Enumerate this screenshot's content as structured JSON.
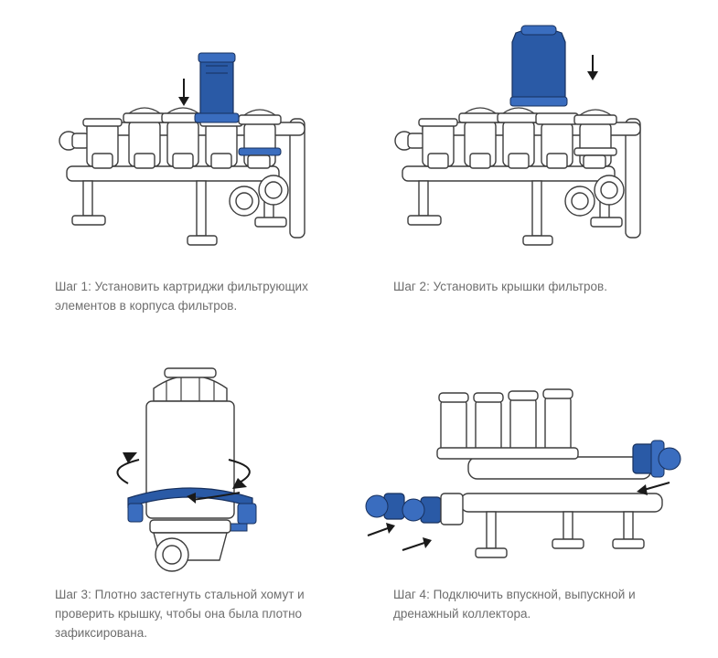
{
  "steps": [
    {
      "caption": "Шаг 1: Установить картриджи фильтрующих элементов в корпуса фильтров."
    },
    {
      "caption": "Шаг 2: Установить крышки фильтров."
    },
    {
      "caption": "Шаг 3: Плотно застегнуть стальной хомут и проверить крышку, чтобы она была плотно зафиксирована."
    },
    {
      "caption": "Шаг 4: Подключить впускной, выпускной и дренажный коллектора."
    }
  ],
  "colors": {
    "accent": "#2a5aa6",
    "text": "#6e6e6e",
    "line": "#3d3d3d"
  }
}
